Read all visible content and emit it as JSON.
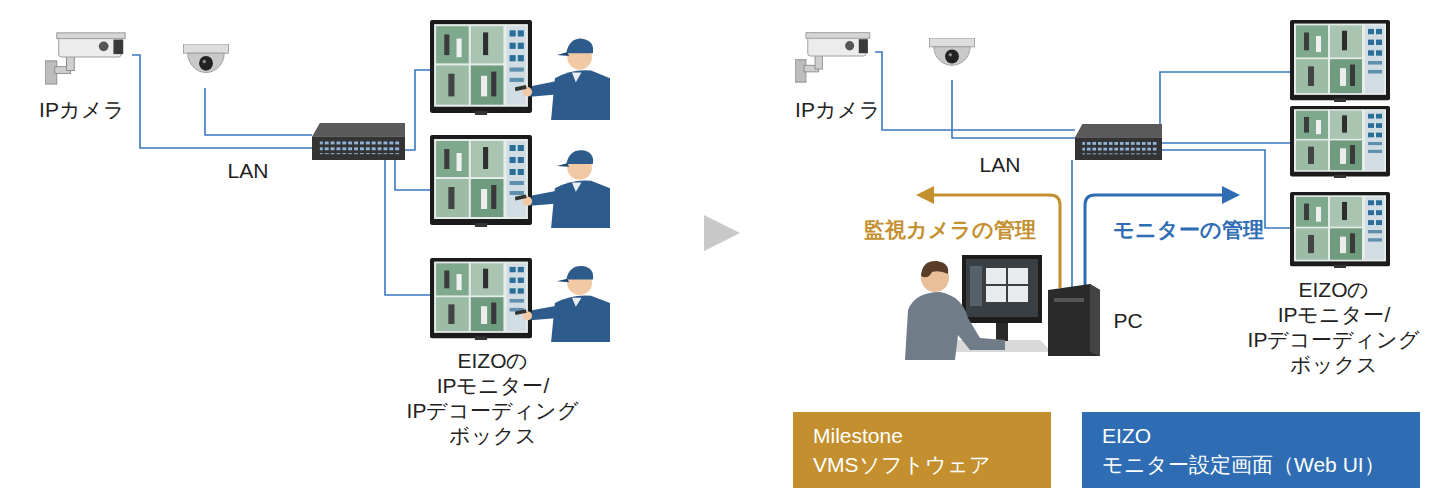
{
  "diagram": {
    "nodes": [
      {
        "text": [
          "Milestone VMSソフトウェア"
        ]
      },
      {
        "text": [
          "EIZO モニター設定画面（Web UI）"
        ]
      }
    ],
    "labels": [
      "IPカメラ",
      "LAN",
      "EIZOの IPモニター/ IPデコーディング ボックス",
      "IPカメラ",
      "LAN",
      "監視カメラの管理",
      "モニターの管理",
      "PC",
      "EIZOの IPモニター/ IPデコーディング ボックス"
    ]
  }
}
